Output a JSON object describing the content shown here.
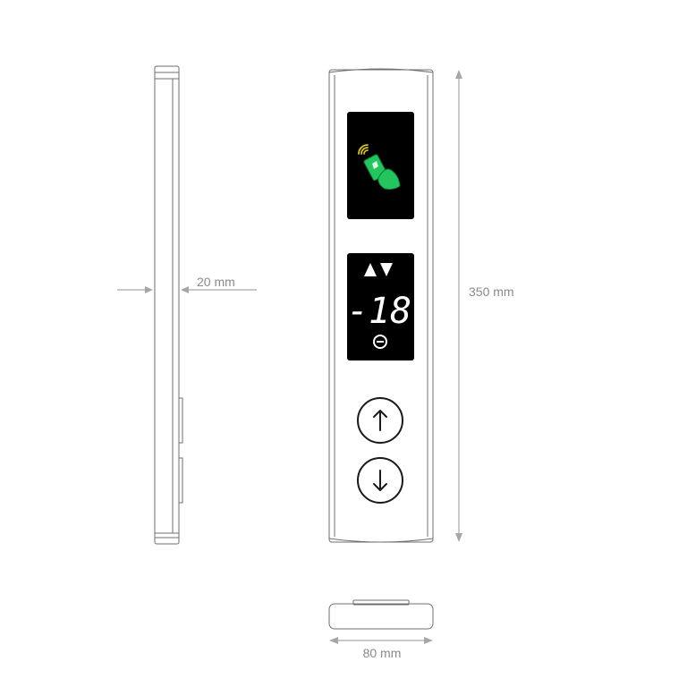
{
  "dimensions": {
    "depth": "20 mm",
    "height": "350 mm",
    "width": "80 mm"
  },
  "display": {
    "floor_number": "-18"
  },
  "colors": {
    "panel_stroke": "#6f6f6f",
    "dimension_line": "#a6a6a6",
    "dimension_text": "#8a8a8a",
    "screen_background": "#000000",
    "card_reader_green": "#22c55e",
    "nfc_wave_yellow": "#d4c21a"
  },
  "icons": {
    "card_reader": "hand-card-icon",
    "nfc_waves": "wifi-waves-icon",
    "direction_arrows": "up-down-triangles-icon",
    "status": "minus-circle-icon",
    "call_up": "arrow-up-icon",
    "call_down": "arrow-down-icon"
  }
}
